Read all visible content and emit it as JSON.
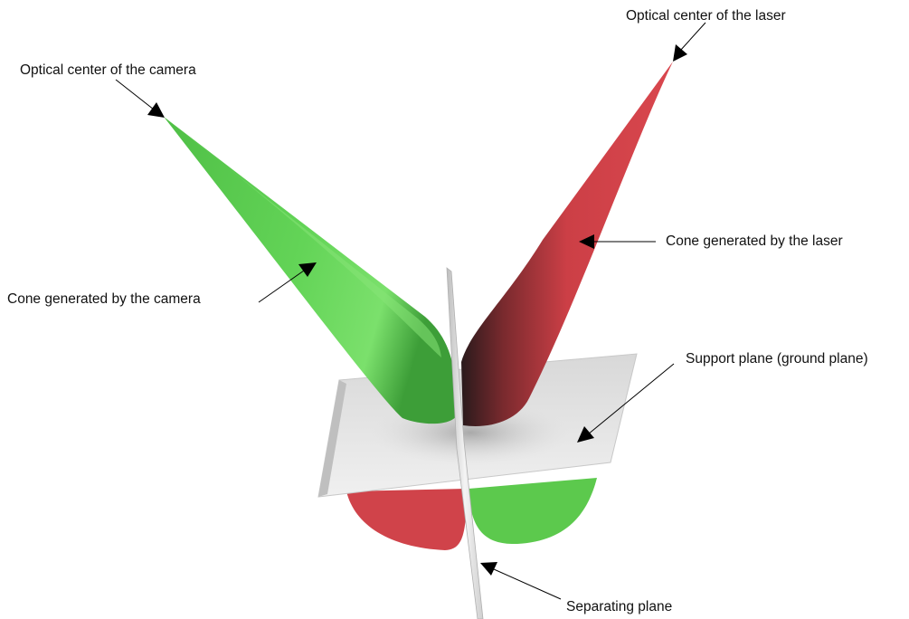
{
  "labels": {
    "laser_center": "Optical center of the laser",
    "camera_center": "Optical center of the camera",
    "laser_cone": "Cone generated by the laser",
    "camera_cone": "Cone generated by the camera",
    "support_plane": "Support plane (ground plane)",
    "separating_plane": "Separating plane"
  },
  "colors": {
    "camera_cone": "#5cc94d",
    "laser_cone": "#d0434a",
    "plane": "#dcdcdc",
    "separating_plane": "#e6e6e6",
    "arrow": "#000000"
  }
}
